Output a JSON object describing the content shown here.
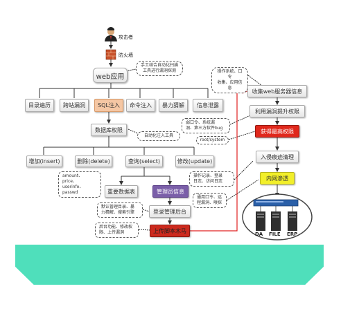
{
  "colors": {
    "teal": "#4fdfbb",
    "red": "#e02020",
    "orange_box": "#f5c7a4",
    "purple_box": "#7a5ea8",
    "red_box": "#cc2a1e",
    "yellow_box": "#f2ef2a",
    "line": "#333333"
  },
  "icons": {
    "attacker": "person-icon",
    "firewall": "firewall-icon",
    "servers": "server-rack-icon"
  },
  "diagram": {
    "attacker": "攻击者",
    "firewall": "防火墙",
    "web_app": "web应用",
    "note_scan": "手工结合自动化扫描\n工具进行漏洞探测",
    "vulns": [
      "目录遍历",
      "跨站漏洞",
      "SQL注入",
      "命令注入",
      "暴力猜解",
      "信息泄露"
    ],
    "db_perm": "数据库权限",
    "note_auto_inject": "自动化注入工具",
    "ops": [
      "增加(insert)",
      "删除(delete)",
      "查询(select)",
      "修改(update)"
    ],
    "note_fields": "amount、price、\nuserinfo、passwd",
    "important_table": "重要数据表",
    "admin_info": "管理员信息",
    "note_guess": "默认管理目录、暴\n力猜解、搜索引擎",
    "login_backend": "登录管理后台",
    "note_backend": "后台功能、修改权\n限、上传漏洞",
    "upload_trojan": "上传脚本木马",
    "note_sysinfo": "操作系统、口令\n收集、应用信息",
    "collect_info": "收集web服务器信息",
    "priv_escalation": "利用漏洞提升权限",
    "note_weak": "弱口令、系统漏\n洞、第三方软件bug",
    "root_system": "root/system",
    "get_top_priv": "获得最高权限",
    "clear_traces": "入侵痕迹清理",
    "note_logs": "操作记录、登录\n日志、访问日志",
    "intranet": "内网渗透",
    "note_intranet": "通用口令、远\n程漏洞、嗅探",
    "servers": [
      "DA",
      "FILE",
      "ERP"
    ]
  }
}
